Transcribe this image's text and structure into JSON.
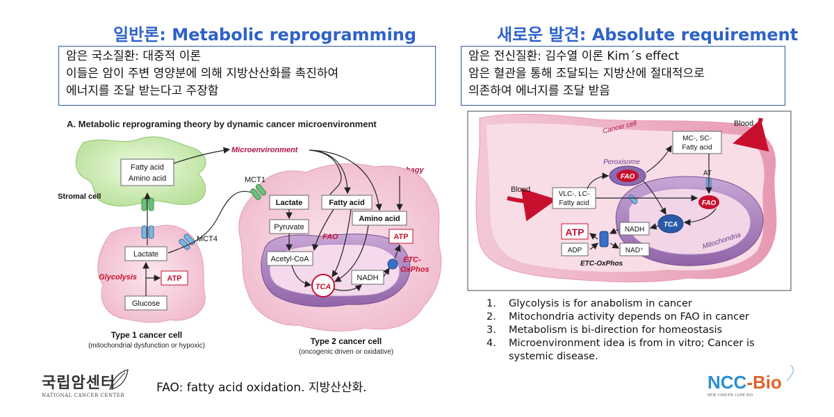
{
  "left": {
    "heading": "일반론: Metabolic reprogramming",
    "box_lines": [
      "암은 국소질환: 대중적 이론",
      "이들은 암이 주변 영양분에 의해 지방산산화를 촉진하여",
      "에너지를 조달 받는다고 주장함"
    ],
    "figure": {
      "title": "A. Metabolic reprograming theory by dynamic cancer microenvironment",
      "stromal_cell": "Stromal cell",
      "stromal_box": [
        "Fatty acid",
        "Amino acid"
      ],
      "microenvironment": "Microenvironment",
      "autophagy": "Autophagy",
      "mct1": "MCT1",
      "mct4": "MCT4",
      "type1": {
        "lactate": "Lactate",
        "glycolysis": "Glycolysis",
        "atp": "ATP",
        "glucose": "Glucose",
        "title": "Type 1 cancer cell",
        "subtitle": "(mitochondrial dysfunction or hypoxic)"
      },
      "type2": {
        "lactate": "Lactate",
        "fatty_acid": "Fatty acid",
        "amino_acid": "Amino acid",
        "pyruvate": "Pyruvate",
        "fao": "FAO",
        "atp": "ATP",
        "acetyl_coa": "Acetyl-CoA",
        "etc": [
          "ETC-",
          "OxPhos"
        ],
        "tca": "TCA",
        "nadh": "NADH",
        "title": "Type 2 cancer cell",
        "subtitle": "(oncogenic driven or oxidative)"
      }
    },
    "note": "FAO: fatty acid oxidation. 지방산산화."
  },
  "right": {
    "heading": "새로운 발견: Absolute requirement",
    "box_lines": [
      "암은 전신질환: 김수열 이론 Kim´s effect",
      "암은 혈관을 통해 조달되는 지방산에 절대적으로",
      "의존하여 에너지를 조달 받음"
    ],
    "figure": {
      "cancer_cell": "Cancer cell",
      "blood_top": "Blood",
      "blood_left": "Blood",
      "mc_sc": [
        "MC-, SC-",
        "Fatty acid"
      ],
      "peroxisome": "Peroxisome",
      "fao1": "FAO",
      "fao2": "FAO",
      "at": "AT",
      "vlc": [
        "VLC-, LC-",
        "Fatty acid"
      ],
      "atp": "ATP",
      "nadh": "NADH",
      "tca": "TCA",
      "adp": "ADP",
      "nad": "NAD⁺",
      "mitochondria": "Mitochondria",
      "etc": "ETC-OxPhos"
    },
    "list": [
      {
        "num": "1.",
        "text": "Glycolysis is for anabolism in cancer"
      },
      {
        "num": "2.",
        "text": "Mitochondria activity depends on FAO in cancer"
      },
      {
        "num": "3.",
        "text": "Metabolism is bi-direction for homeostasis"
      },
      {
        "num": "4.",
        "text": "Microenvironment idea is from in vitro; Cancer is systemic disease."
      }
    ]
  },
  "logos": {
    "ncc_ko": "국립암센터",
    "ncc_en": "NATIONAL CANCER CENTER",
    "bio_main_a": "NCC",
    "bio_main_b": "-Bio",
    "bio_sub": "NEW CANCER CURE BIO"
  },
  "colors": {
    "heading": "#2f62c8",
    "box_border": "#2b5a9c",
    "accent_red": "#d0103a",
    "cell_pink": "#f5d3df",
    "mito_purple": "#a97cb8"
  }
}
